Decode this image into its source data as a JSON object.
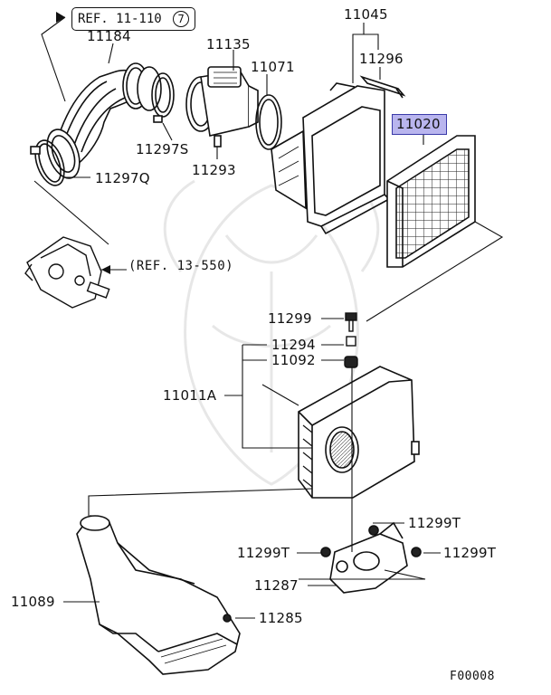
{
  "diagram": {
    "reference_id": "F00008",
    "highlight_color": "#b9b5ee",
    "highlight_border": "#3a3aa8",
    "references": [
      {
        "id": "ref_11_110",
        "text": "REF. 11-110",
        "circled": "7"
      },
      {
        "id": "ref_13_550",
        "text": "(REF. 13-550)"
      }
    ],
    "parts": [
      {
        "id": "p11045",
        "label": "11045"
      },
      {
        "id": "p11184",
        "label": "11184"
      },
      {
        "id": "p11135",
        "label": "11135"
      },
      {
        "id": "p11071",
        "label": "11071"
      },
      {
        "id": "p11296",
        "label": "11296"
      },
      {
        "id": "p11020",
        "label": "11020",
        "highlighted": true
      },
      {
        "id": "p11297S",
        "label": "11297S"
      },
      {
        "id": "p11293",
        "label": "11293"
      },
      {
        "id": "p11297Q",
        "label": "11297Q"
      },
      {
        "id": "p11299",
        "label": "11299"
      },
      {
        "id": "p11294",
        "label": "11294"
      },
      {
        "id": "p11092",
        "label": "11092"
      },
      {
        "id": "p11011A",
        "label": "11011A"
      },
      {
        "id": "p11299T_a",
        "label": "11299T"
      },
      {
        "id": "p11299T_b",
        "label": "11299T"
      },
      {
        "id": "p11299T_c",
        "label": "11299T"
      },
      {
        "id": "p11287",
        "label": "11287"
      },
      {
        "id": "p11089",
        "label": "11089"
      },
      {
        "id": "p11285",
        "label": "11285"
      }
    ]
  }
}
